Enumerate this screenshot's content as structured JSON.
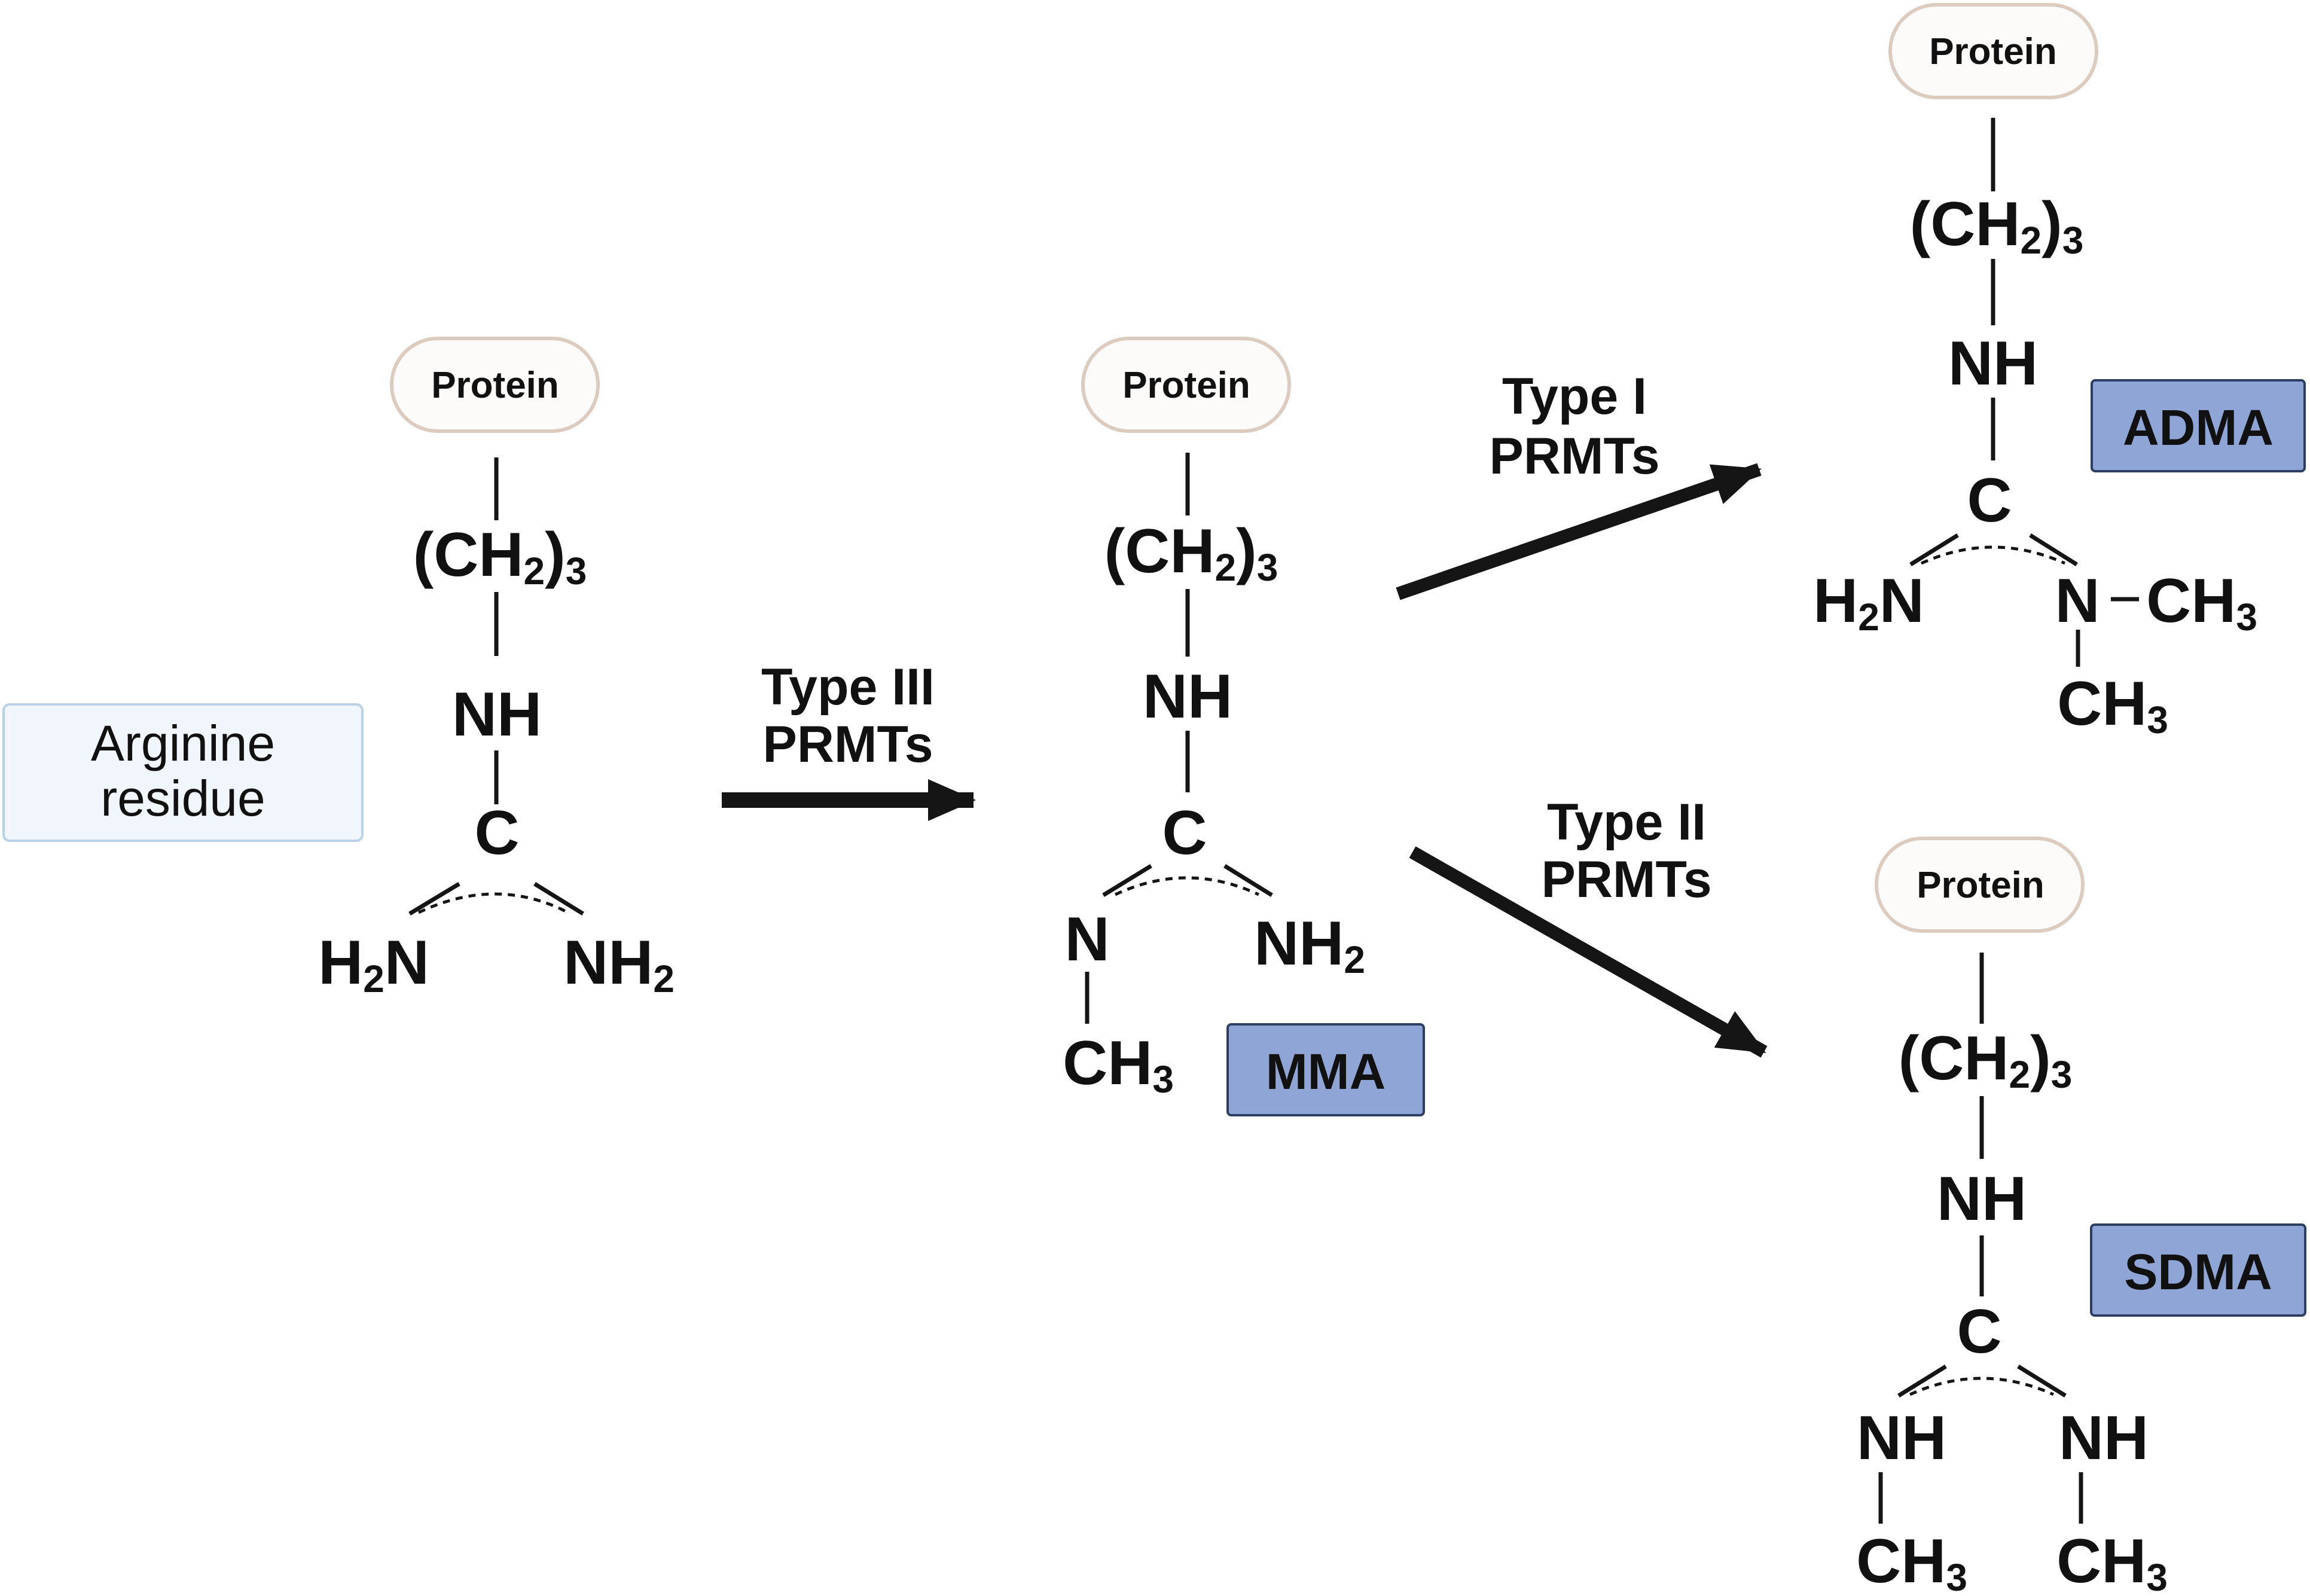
{
  "colors": {
    "ink": "#151515",
    "protein_fill": "#fdfbf9",
    "protein_stroke": "#dccbbf",
    "tag_fill": "#8ea5d6",
    "tag_stroke": "#2d3e63",
    "arginine_fill": "#f0f6fb",
    "arginine_stroke": "#b9d2e8"
  },
  "arginine_label": {
    "line1": "Arginine",
    "line2": "residue"
  },
  "protein_label": "Protein",
  "chain": {
    "ch2": "(CH",
    "sub2": "2",
    "paren_close": ")",
    "sub3": "3",
    "nh": "NH",
    "c": "C"
  },
  "atoms": {
    "h2n_h": "H",
    "h2n_sub": "2",
    "h2n_n": "N",
    "nh2_nh": "NH",
    "nh2_sub": "2",
    "n": "N",
    "nh": "NH",
    "ch3_ch": "CH",
    "ch3_sub": "3"
  },
  "arrows": {
    "type3": {
      "line1": "Type III",
      "line2": "PRMTs"
    },
    "type1": {
      "line1": "Type I",
      "line2": "PRMTs"
    },
    "type2": {
      "line1": "Type II",
      "line2": "PRMTs"
    }
  },
  "tags": {
    "mma": "MMA",
    "adma": "ADMA",
    "sdma": "SDMA"
  }
}
